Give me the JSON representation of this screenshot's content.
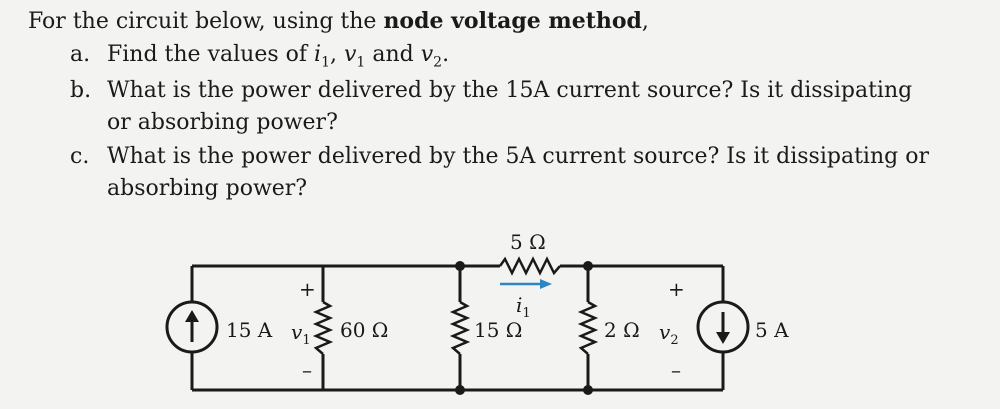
{
  "problem": {
    "intro_before": "For the circuit below, using the ",
    "intro_bold": "node voltage method",
    "intro_after": ",",
    "a_marker": "a.",
    "a_text_1": "Find the values of ",
    "a_i1": "i",
    "a_sub1": "1",
    "a_sep1": ", ",
    "a_v1": "v",
    "a_sub2": "1",
    "a_and": " and ",
    "a_v2": "v",
    "a_sub3": "2",
    "a_end": ".",
    "b_marker": "b.",
    "b_line1": "What is the power delivered by the 15A current source? Is it dissipating",
    "b_line2": "or absorbing power?",
    "c_marker": "c.",
    "c_line1": "What is the power delivered by the 5A current source? Is it dissipating or",
    "c_line2": "absorbing power?"
  },
  "circuit": {
    "source_left_label": "15 A",
    "v1_symbol": "v",
    "v1_sub": "1",
    "r60_label": "60 Ω",
    "r15_label": "15 Ω",
    "r5_label": "5 Ω",
    "i1_symbol": "i",
    "i1_sub": "1",
    "r2_label": "2 Ω",
    "v2_symbol": "v",
    "v2_sub": "2",
    "source_right_label": "5 A",
    "plus": "+",
    "minus": "–",
    "colors": {
      "wire": "#1a1a1a",
      "current_arrow": "#2e86c1"
    }
  }
}
